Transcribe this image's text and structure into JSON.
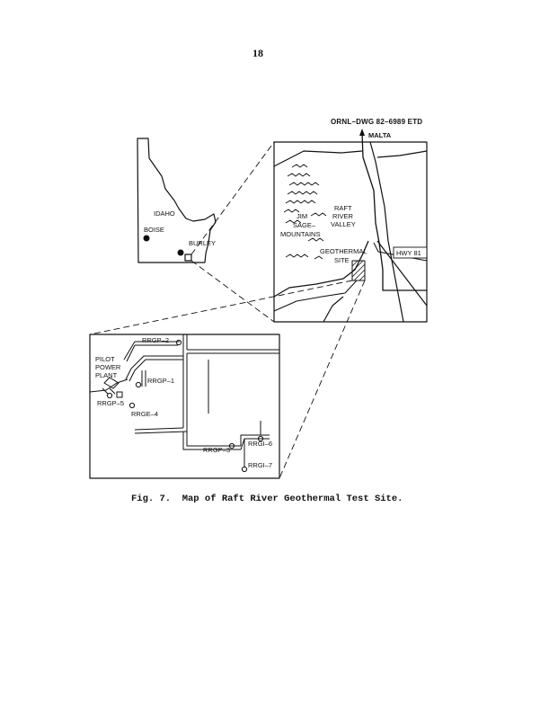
{
  "page": {
    "number": "18"
  },
  "drawing_id": "ORNL–DWG 82–6989 ETD",
  "caption": "Fig. 7.  Map of Raft River Geothermal Test Site.",
  "state_map": {
    "state": "IDAHO",
    "cities": [
      "BOISE",
      "BURLEY"
    ]
  },
  "regional_map": {
    "town": "MALTA",
    "mountains": [
      "JIM",
      "SAGE–",
      "MOUNTAINS"
    ],
    "valley": [
      "RAFT",
      "RIVER",
      "VALLEY"
    ],
    "site": [
      "GEOTHERMAL",
      "SITE"
    ],
    "highway": "HWY 81"
  },
  "site_map": {
    "plant": [
      "PILOT",
      "POWER",
      "PLANT"
    ],
    "wells": {
      "rrgp2": "RRGP–2",
      "rrgp1": "RRGP–1",
      "rrgp5": "RRGP–5",
      "rrge4": "RRGE–4",
      "rrgp3": "RRGP–3",
      "rrgi6": "RRGI–6",
      "rrgi7": "RRGI–7"
    }
  }
}
